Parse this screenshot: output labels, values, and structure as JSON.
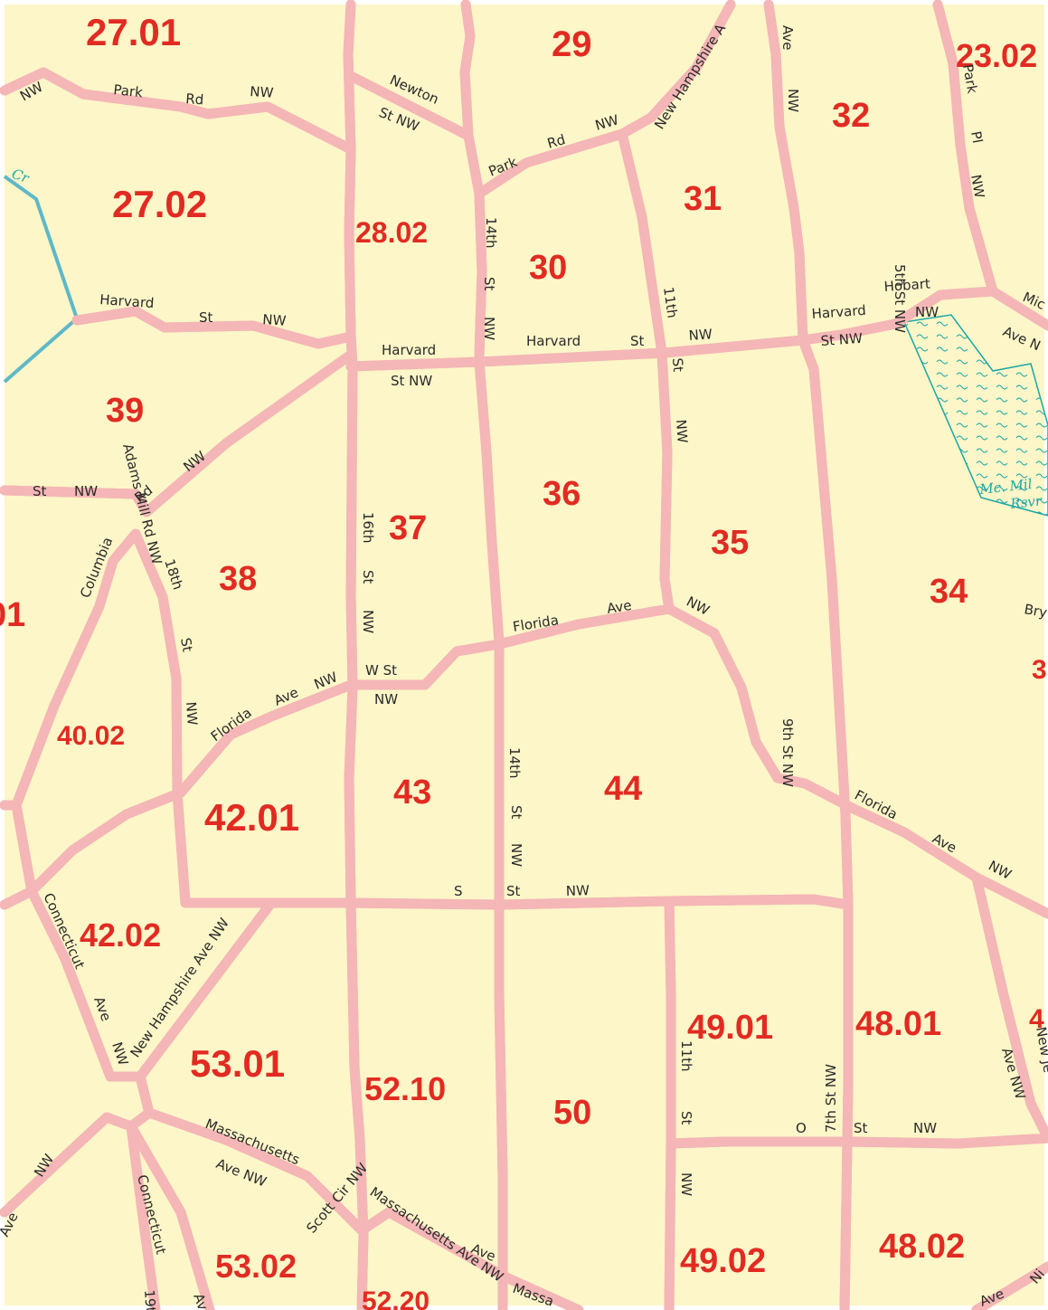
{
  "map": {
    "background": "#fdf6c8",
    "boundary_halo_color": "#f4b6b6",
    "boundary_line_color": "#3a3a3a",
    "tract_label_color": "#e12b22",
    "water_color": "#1aa7a7",
    "tracts": [
      {
        "id": "t-27-01",
        "label": "27.01"
      },
      {
        "id": "t-29",
        "label": "29"
      },
      {
        "id": "t-23-02",
        "label": "23.02"
      },
      {
        "id": "t-32",
        "label": "32"
      },
      {
        "id": "t-27-02",
        "label": "27.02"
      },
      {
        "id": "t-28-02",
        "label": "28.02"
      },
      {
        "id": "t-31",
        "label": "31"
      },
      {
        "id": "t-30",
        "label": "30"
      },
      {
        "id": "t-39",
        "label": "39"
      },
      {
        "id": "t-36",
        "label": "36"
      },
      {
        "id": "t-37",
        "label": "37"
      },
      {
        "id": "t-35",
        "label": "35"
      },
      {
        "id": "t-38",
        "label": "38"
      },
      {
        "id": "t-34",
        "label": "34"
      },
      {
        "id": "t-01-partial",
        "label": "01"
      },
      {
        "id": "t-3-partial",
        "label": "3"
      },
      {
        "id": "t-40-02",
        "label": "40.02"
      },
      {
        "id": "t-43",
        "label": "43"
      },
      {
        "id": "t-44",
        "label": "44"
      },
      {
        "id": "t-42-01",
        "label": "42.01"
      },
      {
        "id": "t-42-02",
        "label": "42.02"
      },
      {
        "id": "t-49-01",
        "label": "49.01"
      },
      {
        "id": "t-48-01",
        "label": "48.01"
      },
      {
        "id": "t-4-partial",
        "label": "4"
      },
      {
        "id": "t-53-01",
        "label": "53.01"
      },
      {
        "id": "t-52-10",
        "label": "52.10"
      },
      {
        "id": "t-50",
        "label": "50"
      },
      {
        "id": "t-53-02",
        "label": "53.02"
      },
      {
        "id": "t-49-02",
        "label": "49.02"
      },
      {
        "id": "t-48-02",
        "label": "48.02"
      },
      {
        "id": "t-52-20",
        "label": "52.20"
      }
    ],
    "streets": [
      {
        "id": "s1",
        "label": "NW"
      },
      {
        "id": "s2",
        "label": "Park"
      },
      {
        "id": "s3",
        "label": "Rd"
      },
      {
        "id": "s4",
        "label": "NW"
      },
      {
        "id": "s5",
        "label": "Newton"
      },
      {
        "id": "s6",
        "label": "St NW"
      },
      {
        "id": "s7",
        "label": "Park"
      },
      {
        "id": "s8",
        "label": "Rd"
      },
      {
        "id": "s9",
        "label": "NW"
      },
      {
        "id": "s10",
        "label": "New Hampshire A"
      },
      {
        "id": "s11",
        "label": "Ave"
      },
      {
        "id": "s12",
        "label": "NW"
      },
      {
        "id": "s13",
        "label": "Park"
      },
      {
        "id": "s14",
        "label": "Pl"
      },
      {
        "id": "s15",
        "label": "NW"
      },
      {
        "id": "s16",
        "label": "14th"
      },
      {
        "id": "s17",
        "label": "St"
      },
      {
        "id": "s18",
        "label": "NW"
      },
      {
        "id": "s19",
        "label": "11th"
      },
      {
        "id": "s20",
        "label": "Harvard"
      },
      {
        "id": "s21",
        "label": "St"
      },
      {
        "id": "s22",
        "label": "NW"
      },
      {
        "id": "s23",
        "label": "Harvard"
      },
      {
        "id": "s24",
        "label": "St NW"
      },
      {
        "id": "s25",
        "label": "Harvard"
      },
      {
        "id": "s26",
        "label": "St"
      },
      {
        "id": "s27",
        "label": "NW"
      },
      {
        "id": "s28",
        "label": "Harvard"
      },
      {
        "id": "s29",
        "label": "St NW"
      },
      {
        "id": "s30",
        "label": "Hobart"
      },
      {
        "id": "s31",
        "label": "5th St NW"
      },
      {
        "id": "s32",
        "label": "NW"
      },
      {
        "id": "s33",
        "label": "Mic"
      },
      {
        "id": "s34",
        "label": "Ave N"
      },
      {
        "id": "s35",
        "label": "St"
      },
      {
        "id": "s36",
        "label": "NW"
      },
      {
        "id": "s37",
        "label": "St"
      },
      {
        "id": "s38",
        "label": "NW"
      },
      {
        "id": "s39",
        "label": "Adams Mill Rd NW"
      },
      {
        "id": "s40",
        "label": "Rd"
      },
      {
        "id": "s41",
        "label": "NW"
      },
      {
        "id": "s42",
        "label": "Columbia"
      },
      {
        "id": "s43",
        "label": "18th"
      },
      {
        "id": "s44",
        "label": "St"
      },
      {
        "id": "s45",
        "label": "NW"
      },
      {
        "id": "s46",
        "label": "16th"
      },
      {
        "id": "s47",
        "label": "St"
      },
      {
        "id": "s48",
        "label": "NW"
      },
      {
        "id": "s49",
        "label": "Florida"
      },
      {
        "id": "s50",
        "label": "Ave"
      },
      {
        "id": "s51",
        "label": "NW"
      },
      {
        "id": "s52",
        "label": "Bry"
      },
      {
        "id": "s53",
        "label": "W St"
      },
      {
        "id": "s54",
        "label": "NW"
      },
      {
        "id": "s55",
        "label": "Florida"
      },
      {
        "id": "s56",
        "label": "Ave"
      },
      {
        "id": "s57",
        "label": "NW"
      },
      {
        "id": "s58",
        "label": "9th St NW"
      },
      {
        "id": "s59",
        "label": "14th"
      },
      {
        "id": "s60",
        "label": "St"
      },
      {
        "id": "s61",
        "label": "NW"
      },
      {
        "id": "s62",
        "label": "Florida"
      },
      {
        "id": "s63",
        "label": "Ave"
      },
      {
        "id": "s64",
        "label": "NW"
      },
      {
        "id": "s65",
        "label": "S"
      },
      {
        "id": "s66",
        "label": "St"
      },
      {
        "id": "s67",
        "label": "NW"
      },
      {
        "id": "s68",
        "label": "Connecticut"
      },
      {
        "id": "s69",
        "label": "Ave"
      },
      {
        "id": "s70",
        "label": "NW"
      },
      {
        "id": "s71",
        "label": "New Hampshire Ave NW"
      },
      {
        "id": "s72",
        "label": "11th"
      },
      {
        "id": "s73",
        "label": "St"
      },
      {
        "id": "s74",
        "label": "NW"
      },
      {
        "id": "s75",
        "label": "7th St NW"
      },
      {
        "id": "s76",
        "label": "New Je"
      },
      {
        "id": "s77",
        "label": "Ave NW"
      },
      {
        "id": "s78",
        "label": "O"
      },
      {
        "id": "s79",
        "label": "St"
      },
      {
        "id": "s80",
        "label": "NW"
      },
      {
        "id": "s81",
        "label": "Massachusetts"
      },
      {
        "id": "s82",
        "label": "Ave NW"
      },
      {
        "id": "s83",
        "label": "Scott Cir NW"
      },
      {
        "id": "s84",
        "label": "Massachusetts Ave NW"
      },
      {
        "id": "s85",
        "label": "Massa"
      },
      {
        "id": "s86",
        "label": "NW"
      },
      {
        "id": "s87",
        "label": "Ave"
      },
      {
        "id": "s88",
        "label": "Connecticut"
      },
      {
        "id": "s89",
        "label": "19th"
      },
      {
        "id": "s90",
        "label": "Av"
      },
      {
        "id": "s91",
        "label": "Ave"
      },
      {
        "id": "s92",
        "label": "Ni"
      },
      {
        "id": "s93",
        "label": "Ave"
      },
      {
        "id": "s94",
        "label": "Cr"
      }
    ],
    "water": [
      {
        "id": "w1",
        "label": "Mc. Mil"
      },
      {
        "id": "w2",
        "label": "Rsvr"
      }
    ]
  }
}
